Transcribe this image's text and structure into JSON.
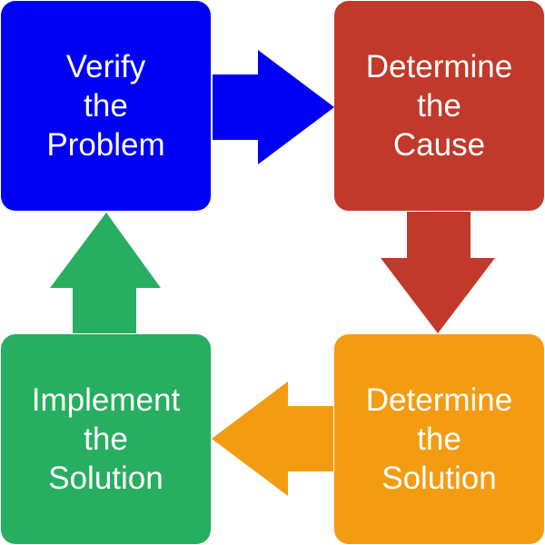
{
  "diagram": {
    "steps": [
      {
        "id": "verify",
        "lines": [
          "Verify",
          "the",
          "Problem"
        ],
        "color": "#0000f4"
      },
      {
        "id": "cause",
        "lines": [
          "Determine",
          "the",
          "Cause"
        ],
        "color": "#c1392b"
      },
      {
        "id": "solution",
        "lines": [
          "Determine",
          "the",
          "Solution"
        ],
        "color": "#f39c12"
      },
      {
        "id": "implement",
        "lines": [
          "Implement",
          "the",
          "Solution"
        ],
        "color": "#27ae60"
      }
    ],
    "arrows": [
      {
        "from": "verify",
        "to": "cause",
        "direction": "right",
        "color": "#0000f4"
      },
      {
        "from": "cause",
        "to": "solution",
        "direction": "down",
        "color": "#c1392b"
      },
      {
        "from": "solution",
        "to": "implement",
        "direction": "left",
        "color": "#f39c12"
      },
      {
        "from": "implement",
        "to": "verify",
        "direction": "up",
        "color": "#27ae60"
      }
    ]
  }
}
